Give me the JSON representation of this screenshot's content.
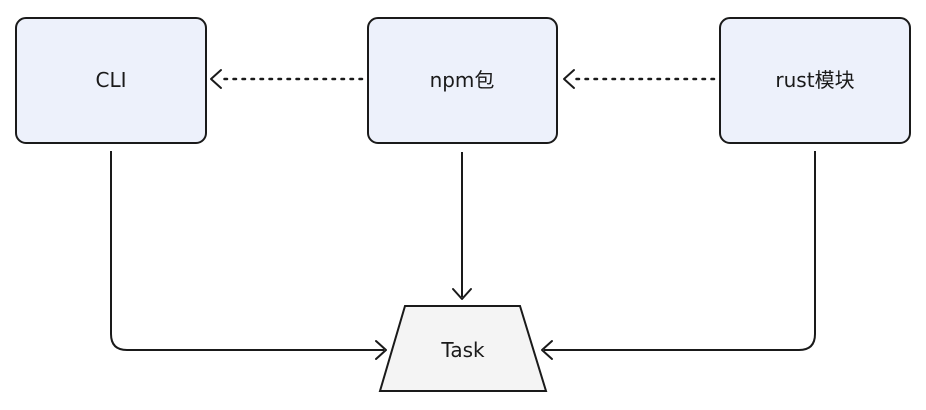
{
  "nodes": {
    "cli": {
      "label": "CLI"
    },
    "npm": {
      "label": "npm包"
    },
    "rust": {
      "label": "rust模块"
    },
    "task": {
      "label": "Task"
    }
  },
  "edges": [
    {
      "from": "npm",
      "to": "cli",
      "style": "dotted"
    },
    {
      "from": "rust",
      "to": "npm",
      "style": "dotted"
    },
    {
      "from": "cli",
      "to": "task",
      "style": "solid"
    },
    {
      "from": "npm",
      "to": "task",
      "style": "solid"
    },
    {
      "from": "rust",
      "to": "task",
      "style": "solid"
    }
  ],
  "colors": {
    "node_fill": "#edf1fb",
    "task_fill": "#f4f4f4",
    "stroke": "#1a1a1a"
  }
}
